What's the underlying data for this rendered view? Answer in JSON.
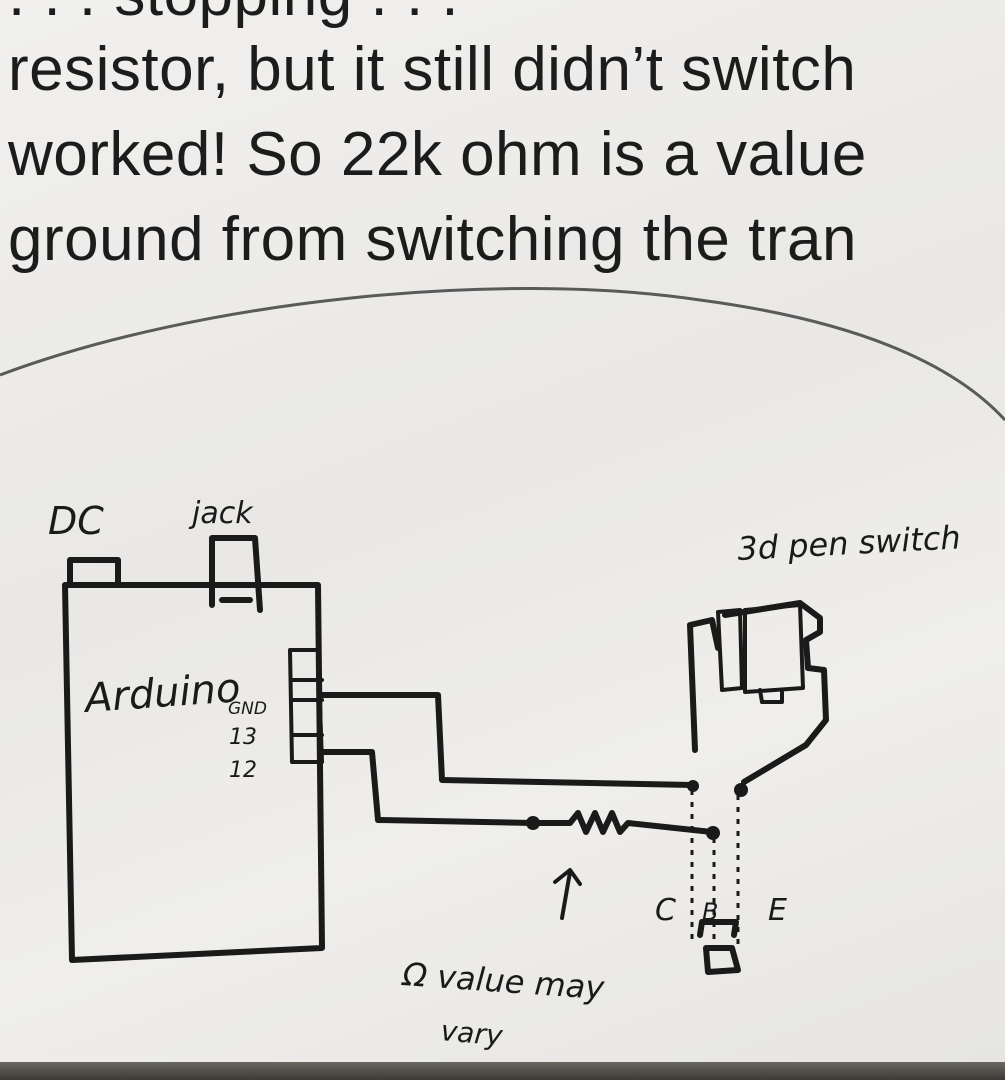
{
  "typed_text": {
    "line_0": "    . . . stopping . . .",
    "line_1": "resistor, but it still didn’t switch",
    "line_2": "worked! So 22k ohm is a value",
    "line_3": "ground from switching the tran"
  },
  "diagram": {
    "dc_label": "DC",
    "jack_label": "jack",
    "arduino_label": "Arduino",
    "pin_gnd_label": "GND",
    "pin_13_label": "13",
    "pin_12_label": "12",
    "switch_label": "3d pen switch",
    "collector_label": "C",
    "base_label": "B",
    "emitter_label": "E",
    "resistor_note_line1": "Ω value may",
    "resistor_note_line2": "vary"
  }
}
